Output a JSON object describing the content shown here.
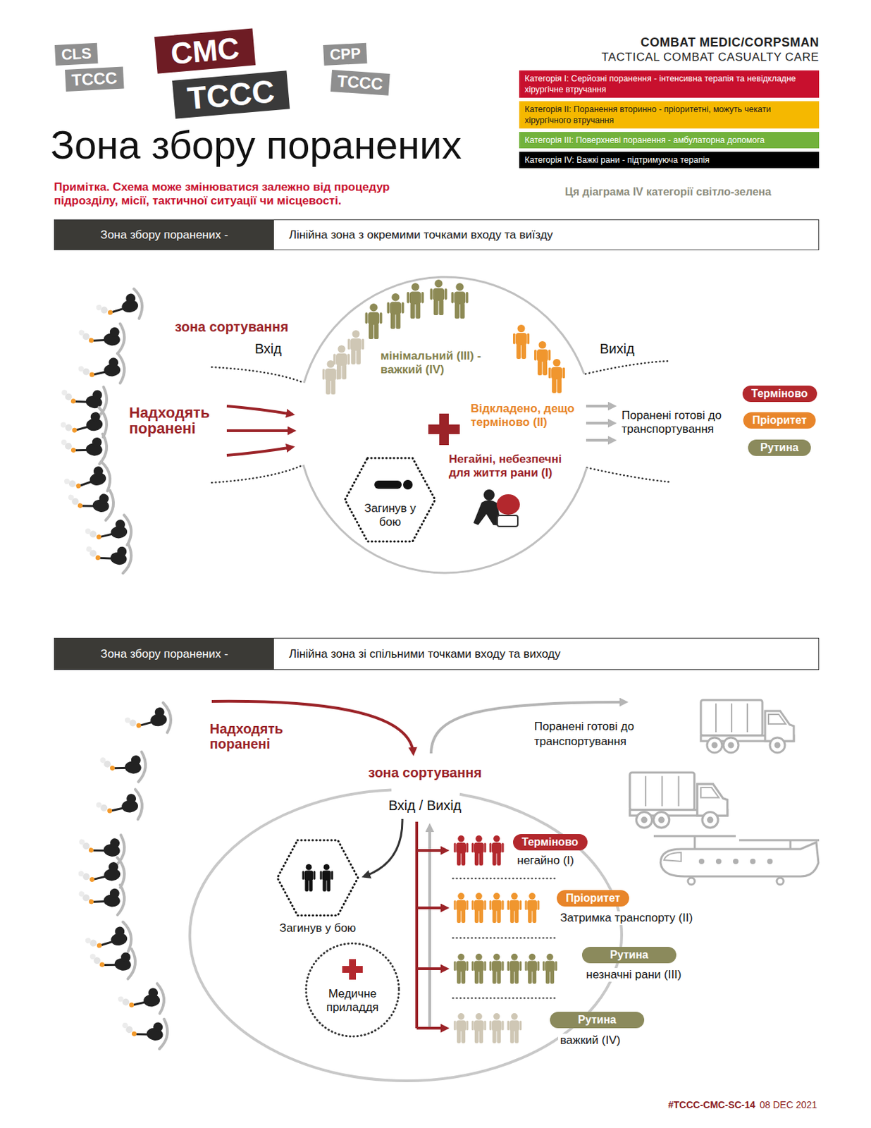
{
  "diagram": {
    "title": "Зона збору поранених",
    "nodes": [
      {
        "text": [
          "CLS"
        ]
      },
      {
        "text": [
          "TCCC"
        ]
      },
      {
        "text": [
          "CMC"
        ]
      },
      {
        "text": [
          "TCCC"
        ]
      },
      {
        "text": [
          "CPP"
        ]
      },
      {
        "text": [
          "TCCC"
        ]
      },
      {
        "text": [
          "Зона збору поранених -",
          "Лінійна зона з окремими точками входу та виїзду"
        ]
      },
      {
        "text": [
          "зона сортування"
        ]
      },
      {
        "text": [
          "Загинув у бою"
        ],
        "in": 7
      },
      {
        "text": [
          "Терміново"
        ]
      },
      {
        "text": [
          "Пріоритет"
        ]
      },
      {
        "text": [
          "Рутина"
        ]
      },
      {
        "text": [
          "Зона збору поранених -",
          "Лінійна зона зі спільними точками входу та виходу"
        ]
      },
      {
        "text": [
          "зона сортування",
          "Вхід / Вихід"
        ]
      },
      {
        "text": [
          "Загинув у бою"
        ],
        "in": 13
      },
      {
        "text": [
          "Медичне приладдя"
        ],
        "in": 13
      },
      {
        "text": [
          "Терміново"
        ]
      },
      {
        "text": [
          "Пріоритет"
        ]
      },
      {
        "text": [
          "Рутина"
        ]
      },
      {
        "text": [
          "Рутина"
        ]
      }
    ],
    "labels": [
      "COMBAT MEDIC/CORPSMAN",
      "TACTICAL COMBAT CASUALTY CARE",
      "Примітка. Схема може змінюватися залежно від процедур підрозділу, місії, тактичної ситуації чи місцевості.",
      "Ця діаграма IV категорії світло-зелена",
      "Вхід",
      "Вихід",
      "Надходять поранені",
      "мінімальний (III) - важкий (IV)",
      "Відкладено, дещо терміново (II)",
      "Негайні, небезпечні для життя рани (I)",
      "Поранені готові до транспортування",
      "Надходять поранені",
      "Поранені готові до транспортування",
      "негайно (I)",
      "Затримка транспорту (II)",
      "незначні рани (III)",
      "важкий (IV)",
      "#TCCC-CMC-SC-14",
      "08 DEC 2021"
    ],
    "legend": [
      {
        "text": "Категорія I: Серйозні поранення - інтенсивна терапія та невідкладне хірургічне втручання",
        "color": "#c8102e"
      },
      {
        "text": "Категорія II: Поранення вторинно - пріоритетні, можуть чекати хірургічного втручання",
        "color": "#f5b800"
      },
      {
        "text": "Категорія III: Поверхневі поранення - амбулаторна допомога",
        "color": "#72b23b"
      },
      {
        "text": "Категорія IV: Важкі рани - підтримуюча терапія",
        "color": "#000000"
      }
    ]
  }
}
